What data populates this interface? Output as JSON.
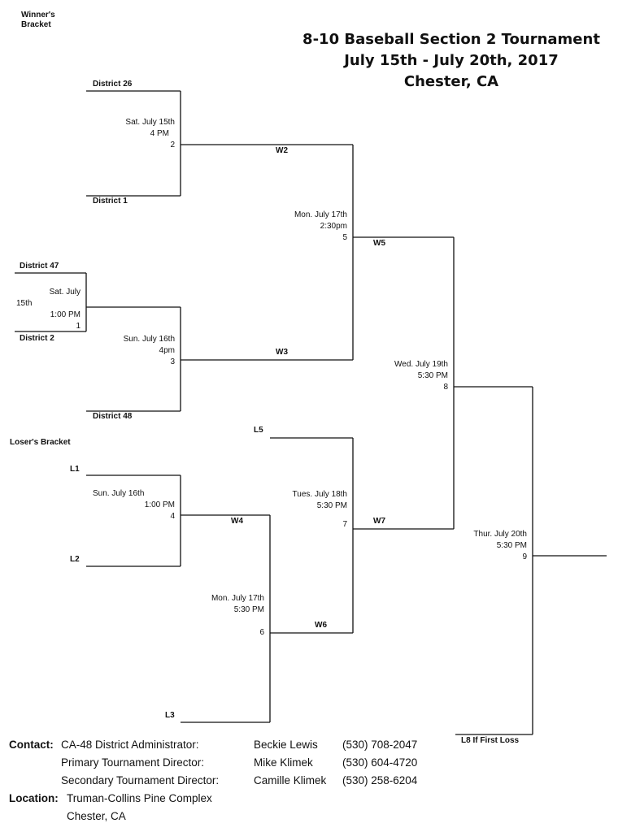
{
  "headers": {
    "winners": [
      "Winner's",
      "Bracket"
    ],
    "losers": "Loser's Bracket"
  },
  "title": {
    "line1": "8-10 Baseball Section 2 Tournament",
    "line2": "July 15th - July 20th, 2017",
    "line3": "Chester, CA"
  },
  "teams": {
    "district_26": "District 26",
    "district_1": "District 1",
    "district_47": "District 47",
    "district_2": "District 2",
    "district_48": "District 48",
    "l1": "L1",
    "l2": "L2",
    "l3": "L3",
    "l5": "L5",
    "l8": "L8 If First Loss"
  },
  "winners_labels": {
    "w2": "W2",
    "w3": "W3",
    "w4": "W4",
    "w5": "W5",
    "w6": "W6",
    "w7": "W7"
  },
  "games": {
    "g1": {
      "lines": [
        "Sat. July",
        "15th",
        "1:00 PM"
      ],
      "number": "1"
    },
    "g2": {
      "date": "Sat. July 15th",
      "time": "4  PM",
      "number": "2"
    },
    "g3": {
      "date": "Sun. July 16th",
      "time": "4pm",
      "number": "3"
    },
    "g4": {
      "date": "Sun. July 16th",
      "time": "1:00 PM",
      "number": "4"
    },
    "g5": {
      "date": "Mon. July 17th",
      "time": "2:30pm",
      "number": "5"
    },
    "g6": {
      "date": "Mon. July 17th",
      "time": "5:30 PM",
      "number": "6"
    },
    "g7": {
      "date": "Tues. July 18th",
      "time": "5:30 PM",
      "number": "7"
    },
    "g8": {
      "date": "Wed. July 19th",
      "time": "5:30 PM",
      "number": "8"
    },
    "g9": {
      "date": "Thur. July 20th",
      "time": "5:30 PM",
      "number": "9"
    }
  },
  "footer": {
    "contact_label": "Contact:",
    "location_label": "Location:",
    "contacts": [
      {
        "role": "CA-48 District Administrator:",
        "name": "Beckie Lewis",
        "phone": "(530) 708-2047"
      },
      {
        "role": "Primary Tournament Director:",
        "name": "Mike Klimek",
        "phone": "(530) 604-4720"
      },
      {
        "role": "Secondary Tournament Director:",
        "name": "Camille Klimek",
        "phone": "(530) 258-6204"
      }
    ],
    "location_lines": [
      "Truman-Collins Pine Complex",
      "Chester, CA"
    ]
  }
}
